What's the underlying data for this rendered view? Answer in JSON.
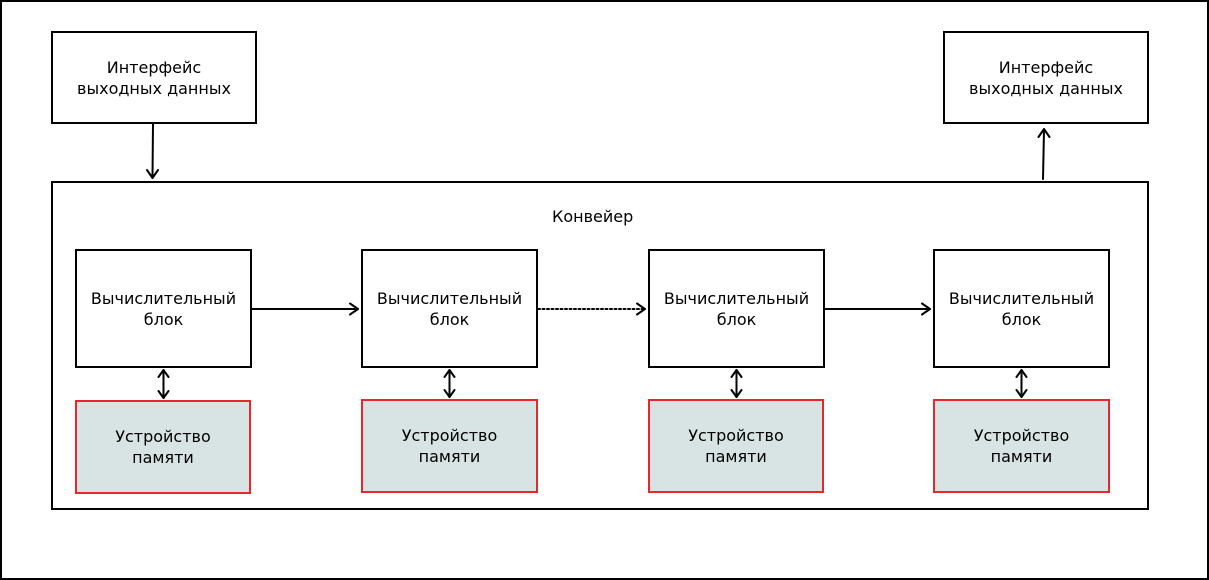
{
  "io": {
    "input": "Интерфейс\nвыходных данных",
    "output": "Интерфейс\nвыходных данных"
  },
  "pipeline": {
    "label": "Конвейер"
  },
  "stages": [
    {
      "compute": "Вычислительный\nблок",
      "memory": "Устройство\nпамяти"
    },
    {
      "compute": "Вычислительный\nблок",
      "memory": "Устройство\nпамяти"
    },
    {
      "compute": "Вычислительный\nблок",
      "memory": "Устройство\nпамяти"
    },
    {
      "compute": "Вычислительный\nблок",
      "memory": "Устройство\nпамяти"
    }
  ],
  "connections": [
    {
      "from": "input-interface",
      "to": "pipeline",
      "style": "solid"
    },
    {
      "from": "pipeline",
      "to": "output-interface",
      "style": "solid"
    },
    {
      "from": "compute-1",
      "to": "compute-2",
      "style": "solid"
    },
    {
      "from": "compute-2",
      "to": "compute-3",
      "style": "dotted"
    },
    {
      "from": "compute-3",
      "to": "compute-4",
      "style": "solid"
    },
    {
      "from": "compute-1",
      "to": "memory-1",
      "style": "bidirectional"
    },
    {
      "from": "compute-2",
      "to": "memory-2",
      "style": "bidirectional"
    },
    {
      "from": "compute-3",
      "to": "memory-3",
      "style": "bidirectional"
    },
    {
      "from": "compute-4",
      "to": "memory-4",
      "style": "bidirectional"
    }
  ],
  "colors": {
    "memory_fill": "#d8e3e3",
    "memory_border": "#e8262b",
    "line": "#000000"
  }
}
